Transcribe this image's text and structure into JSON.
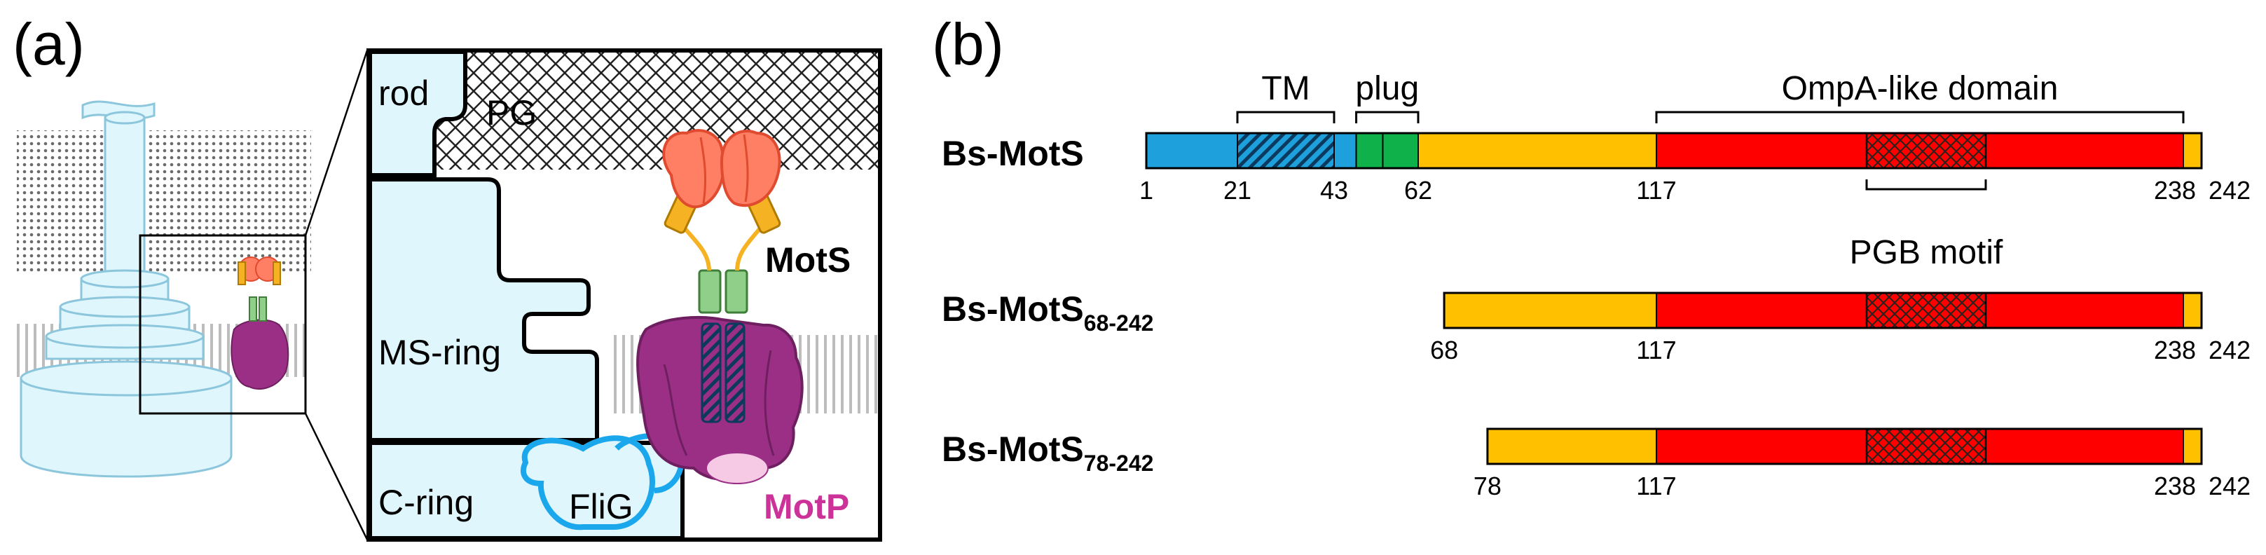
{
  "panel_a": {
    "label": "(a)",
    "regions": {
      "rod": "rod",
      "pg": "PG",
      "ms_ring": "MS-ring",
      "c_ring": "C-ring",
      "flig": "FliG",
      "mots": "MotS",
      "motp": "MotP"
    },
    "colors": {
      "rotor_fill": "#dff6fd",
      "rotor_stroke": "#8cc6dc",
      "flig_outline": "#1aa7ec",
      "motp": "#9b2f86",
      "motp_label": "#cc3399",
      "mots_periplasmic": "#ff7f64",
      "linker": "#f5b324",
      "tm_helix": "#8fcf8a"
    }
  },
  "panel_b": {
    "label": "(b)",
    "proteins": [
      {
        "name": "Bs-MotS",
        "subscript": "",
        "start": 1,
        "end": 242,
        "tick_labels": [
          "1",
          "21",
          "43",
          "62",
          "117",
          "238",
          "242"
        ],
        "annotations": {
          "tm": "TM",
          "plug": "plug",
          "ompa": "OmpA-like domain",
          "pgb": "PGB motif"
        }
      },
      {
        "name": "Bs-MotS",
        "subscript": "68-242",
        "start": 68,
        "end": 242,
        "tick_labels": [
          "68",
          "117",
          "238",
          "242"
        ]
      },
      {
        "name": "Bs-MotS",
        "subscript": "78-242",
        "start": 78,
        "end": 242,
        "tick_labels": [
          "78",
          "117",
          "238",
          "242"
        ]
      }
    ],
    "domain_colors": {
      "n_terminal": "#1ea0dc",
      "plug": "#0fb14a",
      "linker": "#ffc000",
      "ompa": "#ff0000",
      "c_terminal": "#ffc000"
    }
  }
}
